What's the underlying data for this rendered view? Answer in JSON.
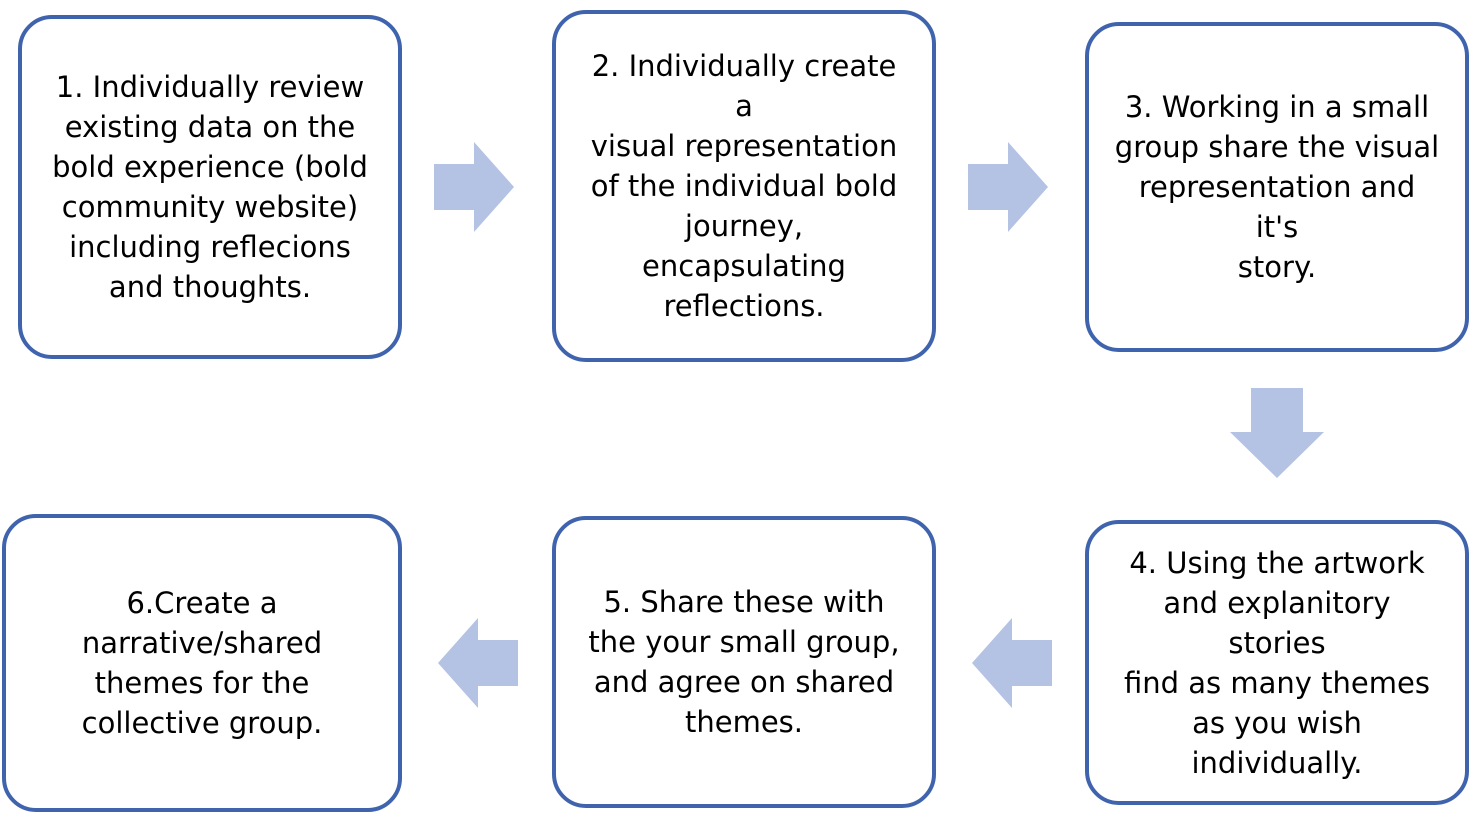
{
  "steps": [
    {
      "id": "1",
      "text": "1. Individually review\nexisting data on the\nbold experience (bold\ncommunity website)\nincluding reflecions\nand thoughts."
    },
    {
      "id": "2",
      "text": "2. Individually create a\nvisual representation\nof  the individual bold\njourney, encapsulating\nreflections."
    },
    {
      "id": "3",
      "text": "3. Working in a small\ngroup share the visual\nrepresentation and it's\nstory."
    },
    {
      "id": "4",
      "text": "4. Using the artwork\nand explanitory stories\nfind as many themes\nas you wish\nindividually."
    },
    {
      "id": "5",
      "text": "5. Share these with\nthe your small group,\nand agree on shared\nthemes."
    },
    {
      "id": "6",
      "text": "6.Create a\nnarrative/shared\nthemes for the\ncollective group."
    }
  ],
  "colors": {
    "box_border": "#3f64ad",
    "arrow_fill": "#b4c2e3",
    "text": "#000000"
  },
  "arrows": [
    {
      "name": "arrow-step1-to-step2",
      "direction": "right"
    },
    {
      "name": "arrow-step2-to-step3",
      "direction": "right"
    },
    {
      "name": "arrow-step3-to-step4",
      "direction": "down"
    },
    {
      "name": "arrow-step4-to-step5",
      "direction": "left"
    },
    {
      "name": "arrow-step5-to-step6",
      "direction": "left"
    }
  ]
}
